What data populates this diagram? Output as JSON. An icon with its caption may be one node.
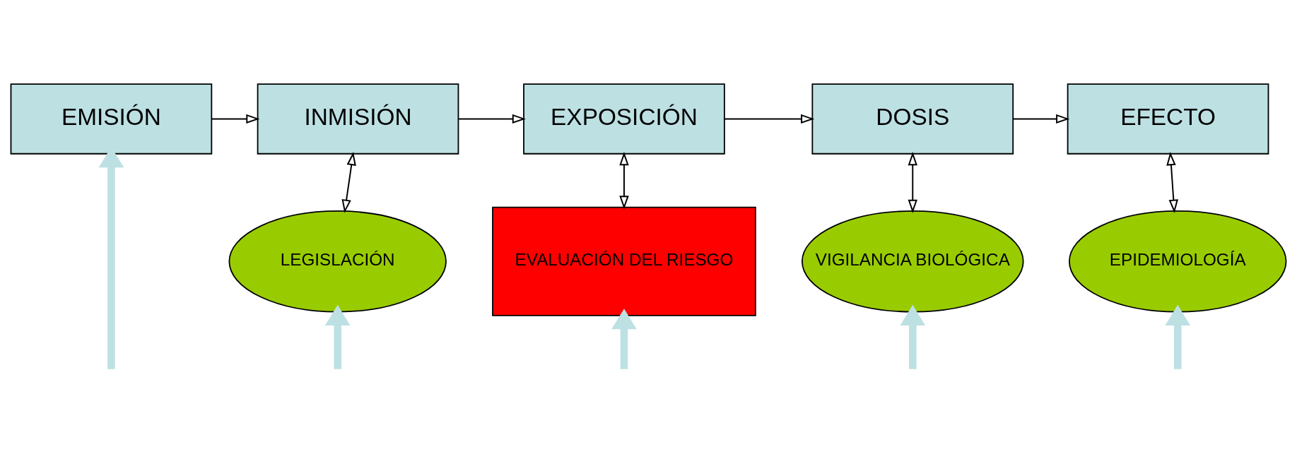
{
  "diagram": {
    "nodes": [
      {
        "text": [
          "EMISIÓN"
        ]
      },
      {
        "text": [
          "INMISIÓN"
        ]
      },
      {
        "text": [
          "EXPOSICIÓN"
        ]
      },
      {
        "text": [
          "DOSIS"
        ]
      },
      {
        "text": [
          "EFECTO"
        ]
      },
      {
        "text": [
          "LEGISLACIÓN"
        ]
      },
      {
        "text": [
          "EVALUACIÓN DEL RIESGO"
        ]
      },
      {
        "text": [
          "VIGILANCIA BIOLÓGICA"
        ]
      },
      {
        "text": [
          "EPIDEMIOLOGÍA"
        ]
      }
    ],
    "edges": [
      {
        "from": 0,
        "to": 1,
        "arrow": "to"
      },
      {
        "from": 1,
        "to": 2,
        "arrow": "to"
      },
      {
        "from": 2,
        "to": 3,
        "arrow": "to"
      },
      {
        "from": 3,
        "to": 4,
        "arrow": "to"
      },
      {
        "from": 1,
        "to": 5,
        "arrow": "both"
      },
      {
        "from": 2,
        "to": 6,
        "arrow": "both"
      },
      {
        "from": 3,
        "to": 7,
        "arrow": "both"
      },
      {
        "from": 4,
        "to": 8,
        "arrow": "both"
      },
      {
        "from": null,
        "to": 0,
        "arrow": "to",
        "style": "thick",
        "color": "#bde0e3"
      },
      {
        "from": null,
        "to": 5,
        "arrow": "to",
        "style": "thick",
        "color": "#bde0e3"
      },
      {
        "from": null,
        "to": 6,
        "arrow": "to",
        "style": "thick",
        "color": "#bde0e3"
      },
      {
        "from": null,
        "to": 7,
        "arrow": "to",
        "style": "thick",
        "color": "#bde0e3"
      },
      {
        "from": null,
        "to": 8,
        "arrow": "to",
        "style": "thick",
        "color": "#bde0e3"
      }
    ]
  }
}
